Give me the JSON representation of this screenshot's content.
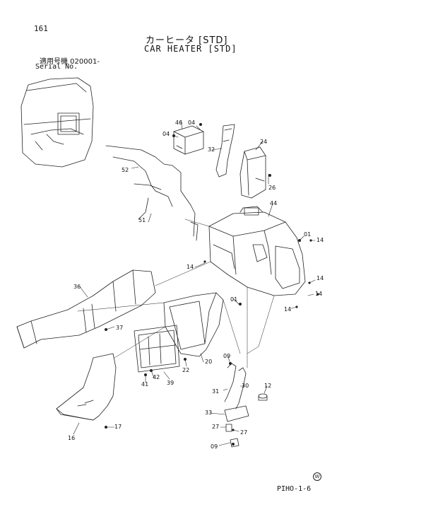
{
  "header": {
    "page_number": "161",
    "title_jp": "カーヒータ [STD]",
    "title_en": "CAR HEATER [STD]",
    "serial_label_jp": "適用号機  020001-",
    "serial_label_en": "Serial No."
  },
  "footer": {
    "code": "PIHO-1-6",
    "circle_mark": "W"
  },
  "callouts": [
    "46",
    "04",
    "04",
    "32",
    "24",
    "52",
    "26",
    "44",
    "51",
    "01",
    "14",
    "14",
    "14",
    "36",
    "14",
    "01",
    "14",
    "37",
    "09",
    "22",
    "20",
    "42",
    "41",
    "39",
    "31",
    "30",
    "12",
    "33",
    "17",
    "27",
    "27",
    "16",
    "09"
  ]
}
